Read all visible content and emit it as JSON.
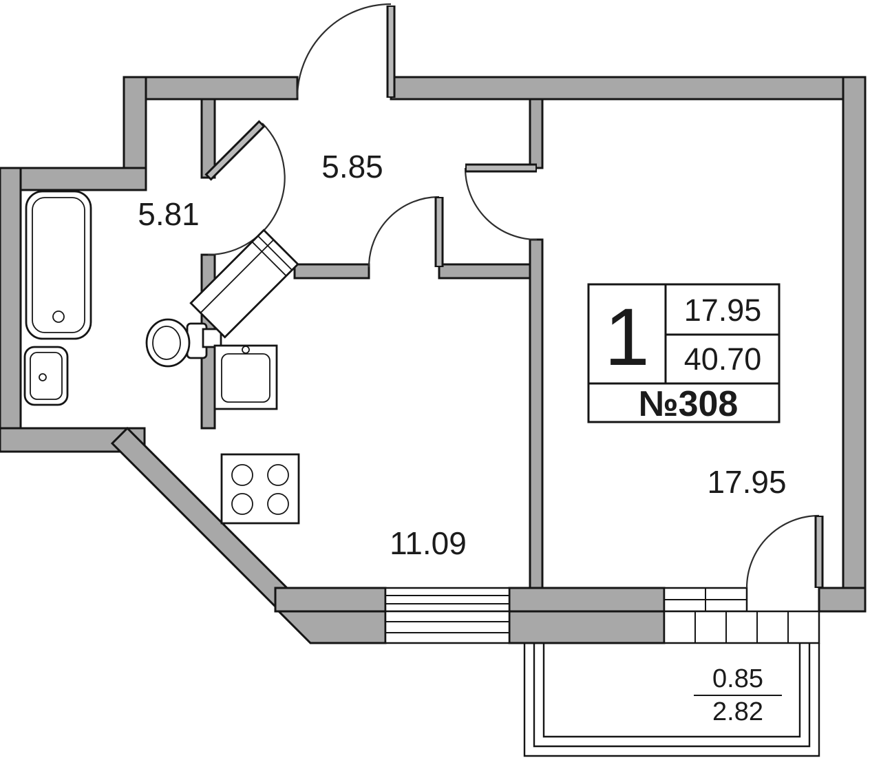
{
  "floorplan": {
    "room_labels": {
      "bathroom": "5.81",
      "hallway": "5.85",
      "kitchen_living": "11.09",
      "bedroom": "17.95"
    },
    "info_box": {
      "rooms_count": "1",
      "living_area": "17.95",
      "total_area": "40.70",
      "unit_number": "№308"
    },
    "balcony": {
      "area_reduced": "0.85",
      "area_full": "2.82"
    }
  }
}
